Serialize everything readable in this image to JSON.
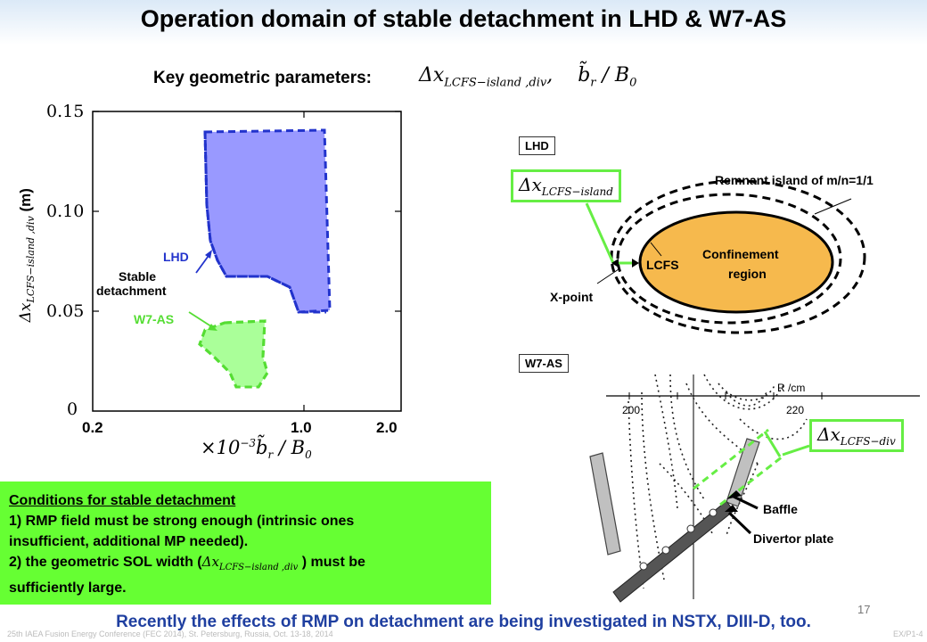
{
  "title": "Operation domain of stable detachment in LHD & W7-AS",
  "key_params": {
    "label": "Key geometric parameters:",
    "formula_dx": "Δx",
    "formula_dx_sub": "LCFS−island ,div",
    "formula_sep": ",",
    "formula_br": "b̃",
    "formula_br_sub": "r",
    "formula_br_rest": " / B",
    "formula_br_rest_sub": "0"
  },
  "plot": {
    "ylabel_main": "Δx",
    "ylabel_sub": "LCFS−island ,div",
    "ylabel_unit": " (m)",
    "yticks": [
      "0.15",
      "0.10",
      "0.05",
      "0"
    ],
    "xticks": [
      "0.2",
      "1.0",
      "2.0"
    ],
    "xlabel_prefix": "×10",
    "xlabel_exp": "−3",
    "xlabel_br": "b̃",
    "xlabel_br_sub": "r",
    "xlabel_rest": " / B",
    "xlabel_rest_sub": "0",
    "lhd_label": "LHD",
    "stable_label_1": "Stable",
    "stable_label_2": "detachment",
    "w7as_label": "W7-AS",
    "lhd_color": "#9999ff",
    "lhd_border_color": "#2233cc",
    "w7as_color": "#aaff99",
    "w7as_border_color": "#55dd33"
  },
  "lhd_diagram": {
    "box_label": "LHD",
    "formula_main": "Δx",
    "formula_sub": "LCFS−island",
    "remnant_label": "Remnant island of m/n=1/1",
    "lcfs_label": "LCFS",
    "conf_label_1": "Confinement",
    "conf_label_2": "region",
    "xpoint_label": "X-point",
    "conf_color": "#f6b94d"
  },
  "w7as_diagram": {
    "box_label": "W7-AS",
    "axis_label": "R /cm",
    "tick_200": "200",
    "tick_220": "220",
    "formula_main": "Δx",
    "formula_sub": "LCFS−div",
    "baffle_label": "Baffle",
    "divertor_label": "Divertor plate"
  },
  "conditions": {
    "title": "Conditions for stable detachment",
    "line1a": "1) RMP field must be strong enough (intrinsic ones",
    "line1b": "insufficient, additional MP needed).",
    "line2a_pre": "2) the geometric SOL width (",
    "line2a_math": "Δx",
    "line2a_math_sub": "LCFS−island ,div",
    "line2a_post": " ) must be",
    "line2b": "sufficiently large.",
    "bg_color": "#66ff33"
  },
  "footer": "Recently the effects of RMP on detachment are being investigated in NSTX, DIII-D, too.",
  "footer_faint": "25th IAEA Fusion Energy Conference (FEC 2014), St. Petersburg, Russia, Oct. 13-18, 2014",
  "footer_faint_right": "EX/P1-4",
  "page_number": "17"
}
